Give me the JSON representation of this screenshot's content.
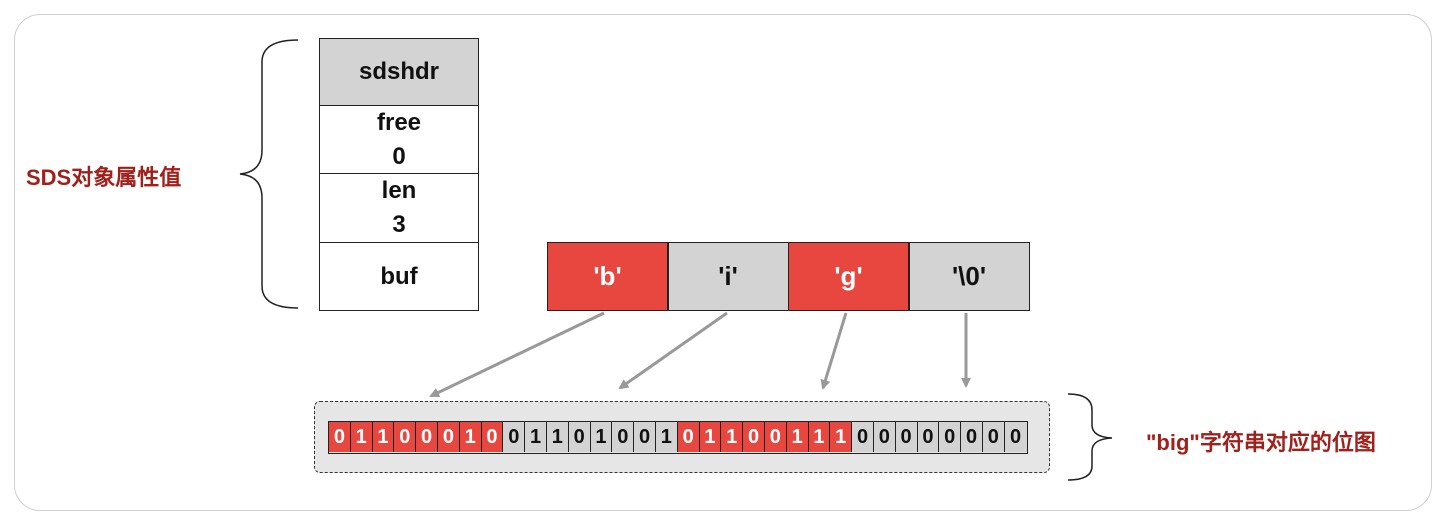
{
  "labels": {
    "sds_attrs": "SDS对象属性值",
    "bitmap_caption": "\"big\"字符串对应的位图"
  },
  "sdshdr": {
    "title": "sdshdr",
    "free_label": "free",
    "free_value": "0",
    "len_label": "len",
    "len_value": "3",
    "buf_label": "buf"
  },
  "buf_chars": [
    {
      "text": "'b'",
      "highlight": true
    },
    {
      "text": "'i'",
      "highlight": false
    },
    {
      "text": "'g'",
      "highlight": true
    },
    {
      "text": "'\\0'",
      "highlight": false
    }
  ],
  "bytes": [
    {
      "bits": "01100010",
      "highlight": true
    },
    {
      "bits": "01101001",
      "highlight": false
    },
    {
      "bits": "01100111",
      "highlight": true
    },
    {
      "bits": "00000000",
      "highlight": false
    }
  ],
  "colors": {
    "highlight": "#e8473f",
    "neutral": "#d3d3d3",
    "label": "#a0201b",
    "arrow": "#999999"
  }
}
